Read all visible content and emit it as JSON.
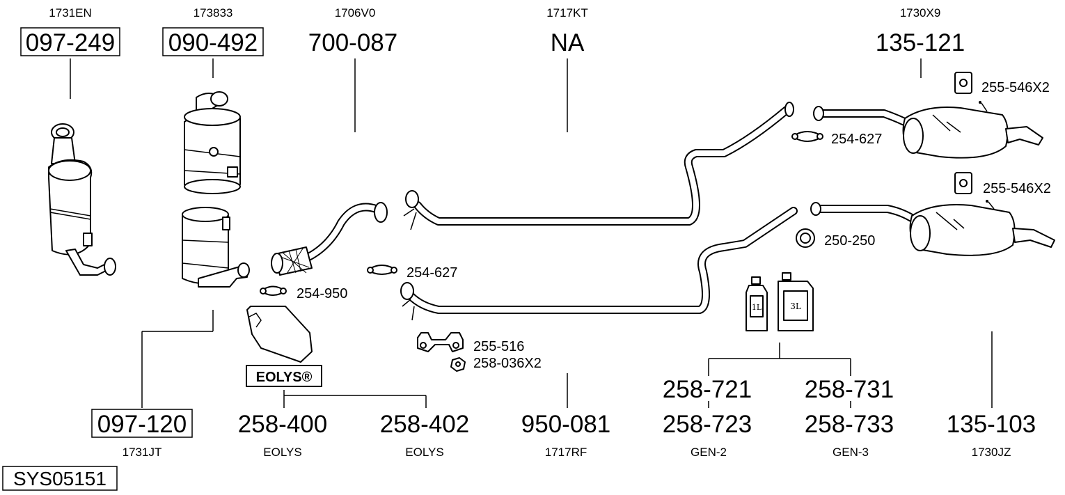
{
  "parts": {
    "p1731en": {
      "code": "1731EN",
      "number": "097-249"
    },
    "p173833": {
      "code": "173833",
      "number": "090-492"
    },
    "p1706v0": {
      "code": "1706V0",
      "number": "700-087"
    },
    "p1717kt": {
      "code": "1717KT",
      "number": "NA"
    },
    "p1730x9": {
      "code": "1730X9",
      "number": "135-121"
    },
    "p1731jt": {
      "code": "1731JT",
      "number": "097-120"
    },
    "eolys1": {
      "code": "EOLYS",
      "number": "258-400"
    },
    "eolys2": {
      "code": "EOLYS",
      "number": "258-402"
    },
    "p1717rf": {
      "code": "1717RF",
      "number": "950-081"
    },
    "gen2": {
      "code": "GEN-2",
      "number_a": "258-721",
      "number_b": "258-723"
    },
    "gen3": {
      "code": "GEN-3",
      "number_a": "258-731",
      "number_b": "258-733"
    },
    "p1730jz": {
      "code": "1730JZ",
      "number": "135-103"
    }
  },
  "fittings": {
    "f255_546_top": "255-546X2",
    "f255_546_mid": "255-546X2",
    "f254_627_top": "254-627",
    "f250_250": "250-250",
    "f254_627_mid": "254-627",
    "f254_950": "254-950",
    "f255_516": "255-516",
    "f258_036": "258-036X2"
  },
  "eolys_logo": "EOLYS®",
  "containers": {
    "small": "1L",
    "large": "3L"
  },
  "system_id": "SYS05151"
}
